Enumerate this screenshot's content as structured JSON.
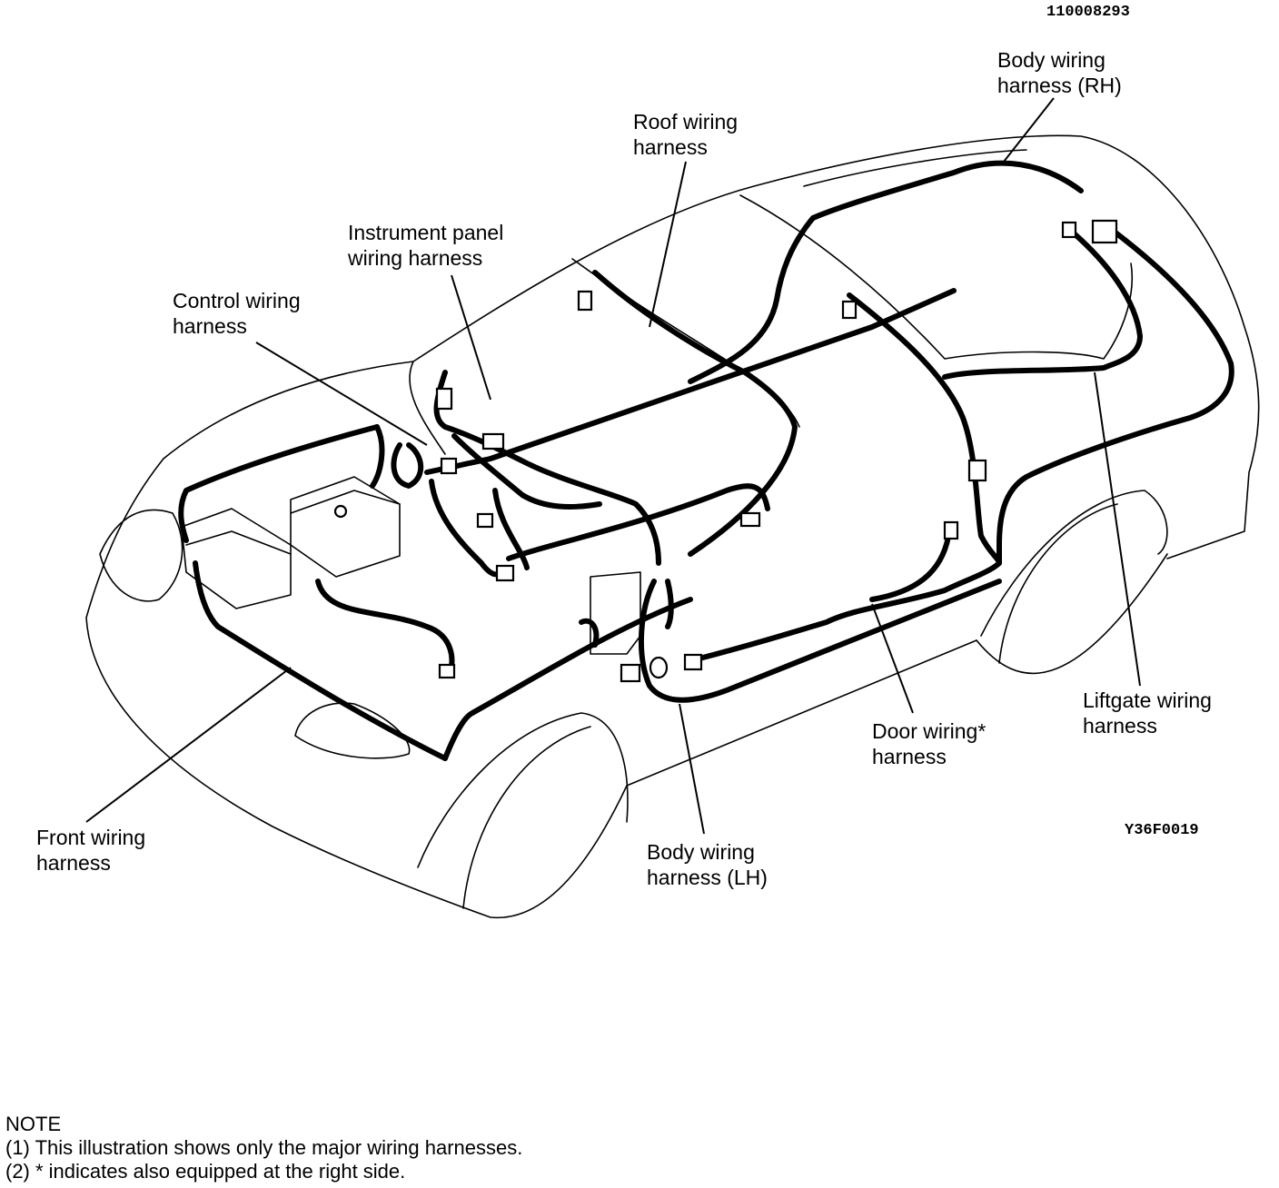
{
  "codes": {
    "figure_number": "110008293",
    "drawing_id": "Y36F0019"
  },
  "labels": {
    "body_rh": [
      "Body wiring",
      "harness (RH)"
    ],
    "roof": [
      "Roof wiring",
      "harness"
    ],
    "instrument_panel": [
      "Instrument panel",
      "wiring harness"
    ],
    "control": [
      "Control wiring",
      "harness"
    ],
    "front": [
      "Front wiring",
      "harness"
    ],
    "body_lh": [
      "Body wiring",
      "harness (LH)"
    ],
    "door": [
      "Door wiring*",
      "harness"
    ],
    "liftgate": [
      "Liftgate wiring",
      "harness"
    ]
  },
  "note": {
    "title": "NOTE",
    "line1": "(1) This illustration shows only the major wiring harnesses.",
    "line2": "(2) * indicates also equipped at the right side."
  }
}
